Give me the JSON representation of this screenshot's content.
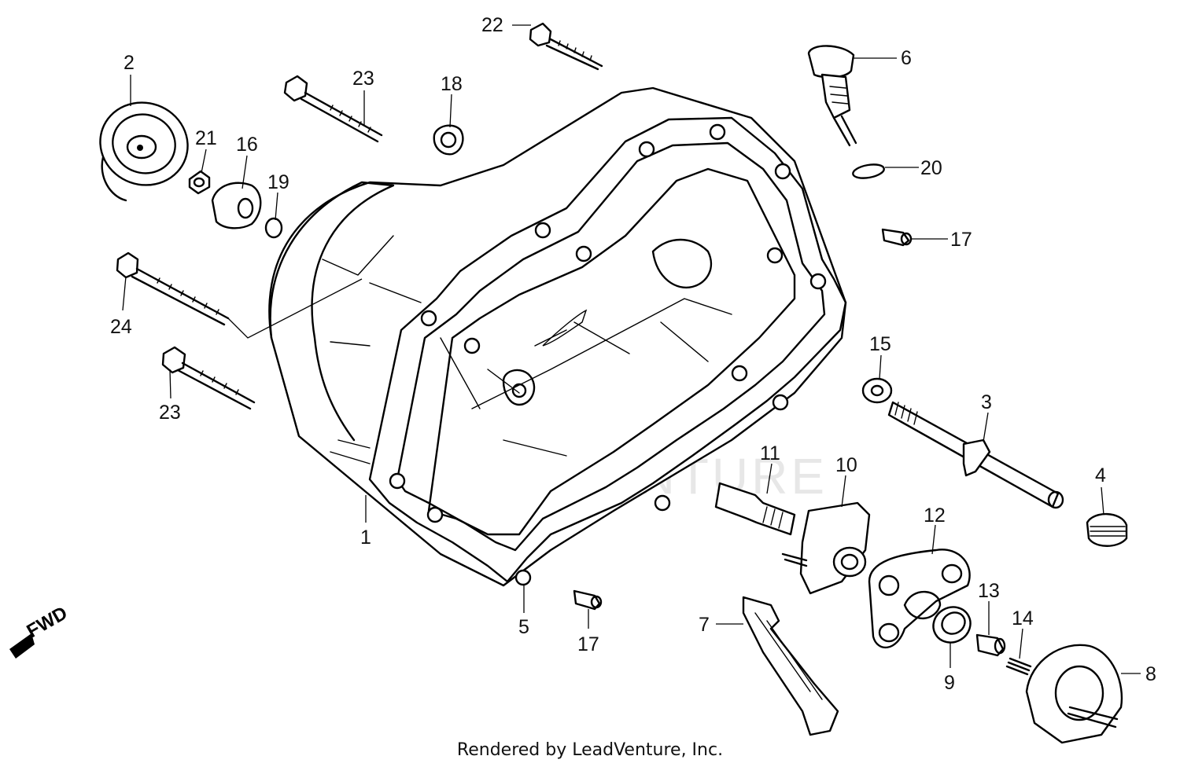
{
  "diagram": {
    "watermark_text": "LEADVENTURE",
    "direction_label": "FWD",
    "footer": "Rendered by LeadVenture, Inc.",
    "callouts": {
      "c1": "1",
      "c2": "2",
      "c3": "3",
      "c4": "4",
      "c5": "5",
      "c6": "6",
      "c7": "7",
      "c8": "8",
      "c9": "9",
      "c10": "10",
      "c11": "11",
      "c12": "12",
      "c13": "13",
      "c14": "14",
      "c15": "15",
      "c16": "16",
      "c17a": "17",
      "c17b": "17",
      "c18": "18",
      "c19": "19",
      "c20": "20",
      "c21": "21",
      "c22": "22",
      "c23a": "23",
      "c23b": "23",
      "c24": "24"
    }
  }
}
